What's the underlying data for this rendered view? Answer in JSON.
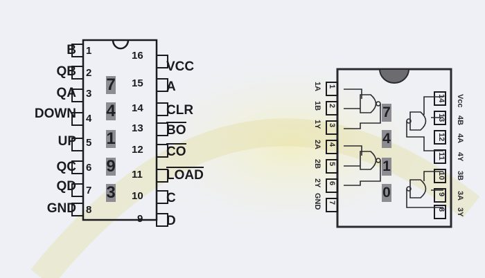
{
  "left_chip": {
    "left_pins": [
      {
        "num": "1",
        "name": "B"
      },
      {
        "num": "2",
        "name": "QB"
      },
      {
        "num": "3",
        "name": "QA"
      },
      {
        "num": "4",
        "name": "DOWN"
      },
      {
        "num": "5",
        "name": "UP"
      },
      {
        "num": "6",
        "name": "QC"
      },
      {
        "num": "7",
        "name": "QD"
      },
      {
        "num": "8",
        "name": "GND"
      }
    ],
    "right_pins": [
      {
        "num": "16",
        "name": "VCC"
      },
      {
        "num": "15",
        "name": "A"
      },
      {
        "num": "14",
        "name": "CLR"
      },
      {
        "num": "13",
        "name": "BO"
      },
      {
        "num": "12",
        "name": "CO"
      },
      {
        "num": "11",
        "name": "LOAD"
      },
      {
        "num": "10",
        "name": "C"
      },
      {
        "num": "9",
        "name": "D"
      }
    ],
    "markers": [
      "7",
      "4",
      "1",
      "9",
      "3"
    ]
  },
  "right_chip": {
    "left_pins": [
      {
        "num": "1",
        "name": "1A"
      },
      {
        "num": "2",
        "name": "1B"
      },
      {
        "num": "3",
        "name": "1Y"
      },
      {
        "num": "4",
        "name": "2A"
      },
      {
        "num": "5",
        "name": "2B"
      },
      {
        "num": "6",
        "name": "2Y"
      },
      {
        "num": "7",
        "name": "GND"
      }
    ],
    "right_pins": [
      {
        "num": "14",
        "name": "Vcc"
      },
      {
        "num": "13",
        "name": "4B"
      },
      {
        "num": "12",
        "name": "4A"
      },
      {
        "num": "11",
        "name": "4Y"
      },
      {
        "num": "10",
        "name": "3B"
      },
      {
        "num": "9",
        "name": "3A"
      },
      {
        "num": "8",
        "name": "3Y"
      }
    ],
    "markers": [
      "7",
      "4",
      "1",
      "0"
    ]
  },
  "colors": {
    "ink": "#1a1a1f",
    "marker": "#8c8c92",
    "background": "#eef0f6",
    "notch": "#6b6b70"
  }
}
